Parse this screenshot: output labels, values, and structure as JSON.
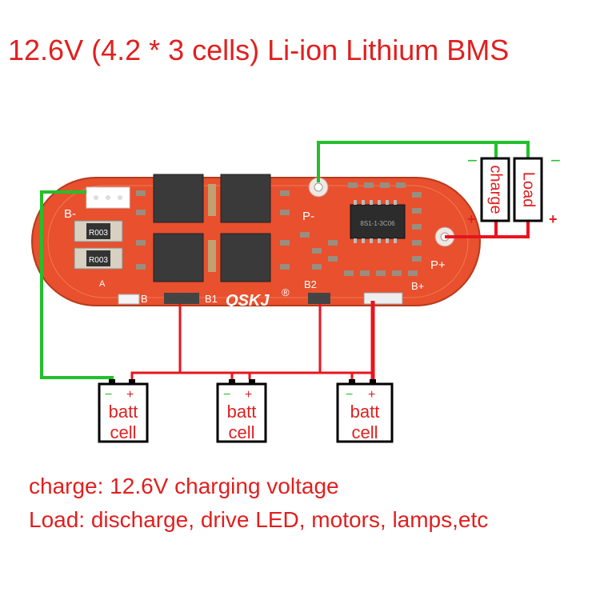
{
  "title": "12.6V (4.2 * 3 cells) Li-ion Lithium BMS",
  "board": {
    "brand": "QSKJ",
    "registered_mark": "®",
    "chip_marking": "8S1-1-3C06",
    "pad_labels": {
      "b_minus": "B-",
      "p_minus": "P-",
      "p_plus": "P+",
      "b1": "B1",
      "b2": "B2",
      "b_plus": "B+",
      "b_left": "B",
      "a": "A"
    },
    "resistor_code": "R003"
  },
  "terminals": {
    "charge_label": "charge",
    "load_label": "Load",
    "plus": "+",
    "minus": "−"
  },
  "cells": [
    {
      "line1": "batt",
      "line2": "cell",
      "minus": "−",
      "plus": "+"
    },
    {
      "line1": "batt",
      "line2": "cell",
      "minus": "−",
      "plus": "+"
    },
    {
      "line1": "batt",
      "line2": "cell",
      "minus": "−",
      "plus": "+"
    }
  ],
  "notes": {
    "charge": "charge: 12.6V charging voltage",
    "load": "Load: discharge, drive LED, motors, lamps,etc"
  },
  "colors": {
    "text_red": "#e02020",
    "wire_red": "#e8141e",
    "wire_green": "#22c02a",
    "pcb": "#e8502e"
  }
}
